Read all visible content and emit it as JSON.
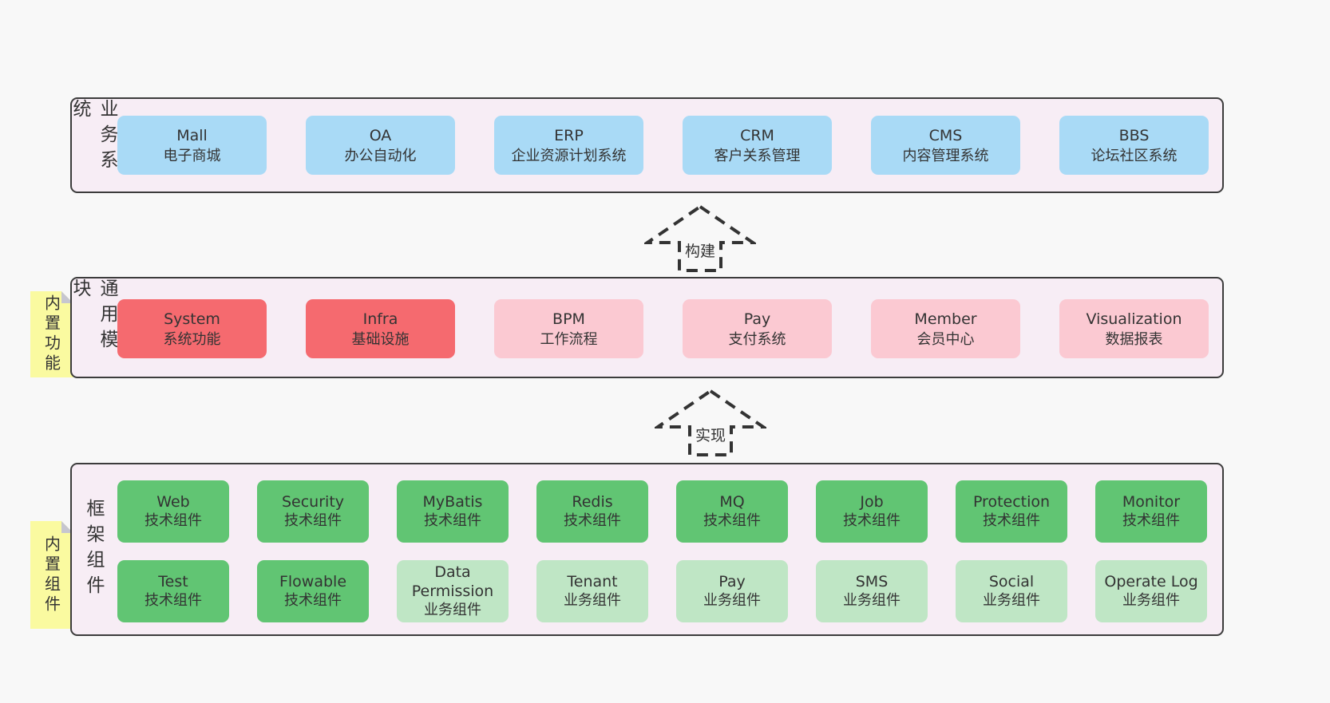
{
  "colors": {
    "page_bg": "#f8f8f8",
    "panel_bg": "#f7edf5",
    "panel_border": "#3c3c3c",
    "blue_box": "#a9daf6",
    "red_box": "#f56a6f",
    "pink_box": "#fbc9d2",
    "green_box": "#61c573",
    "light_green_box": "#bfe6c5",
    "sticky_yellow": "#fafaa0",
    "sticky_fold": "#c6c6d0",
    "text": "#333333"
  },
  "arrows": [
    {
      "label": "构建"
    },
    {
      "label": "实现"
    }
  ],
  "sections": {
    "business": {
      "label": "业务系统",
      "boxes": [
        {
          "title": "Mall",
          "subtitle": "电子商城"
        },
        {
          "title": "OA",
          "subtitle": "办公自动化"
        },
        {
          "title": "ERP",
          "subtitle": "企业资源计划系统"
        },
        {
          "title": "CRM",
          "subtitle": "客户关系管理"
        },
        {
          "title": "CMS",
          "subtitle": "内容管理系统"
        },
        {
          "title": "BBS",
          "subtitle": "论坛社区系统"
        }
      ]
    },
    "modules": {
      "label": "通用模块",
      "sticky": "内置功能",
      "boxes": [
        {
          "title": "System",
          "subtitle": "系统功能",
          "variant": "red"
        },
        {
          "title": "Infra",
          "subtitle": "基础设施",
          "variant": "red"
        },
        {
          "title": "BPM",
          "subtitle": "工作流程",
          "variant": "pink"
        },
        {
          "title": "Pay",
          "subtitle": "支付系统",
          "variant": "pink"
        },
        {
          "title": "Member",
          "subtitle": "会员中心",
          "variant": "pink"
        },
        {
          "title": "Visualization",
          "subtitle": "数据报表",
          "variant": "pink"
        }
      ]
    },
    "framework": {
      "label": "框架组件",
      "sticky": "内置组件",
      "row1": [
        {
          "title": "Web",
          "subtitle": "技术组件",
          "variant": "green"
        },
        {
          "title": "Security",
          "subtitle": "技术组件",
          "variant": "green"
        },
        {
          "title": "MyBatis",
          "subtitle": "技术组件",
          "variant": "green"
        },
        {
          "title": "Redis",
          "subtitle": "技术组件",
          "variant": "green"
        },
        {
          "title": "MQ",
          "subtitle": "技术组件",
          "variant": "green"
        },
        {
          "title": "Job",
          "subtitle": "技术组件",
          "variant": "green"
        },
        {
          "title": "Protection",
          "subtitle": "技术组件",
          "variant": "green"
        },
        {
          "title": "Monitor",
          "subtitle": "技术组件",
          "variant": "green"
        }
      ],
      "row2": [
        {
          "title": "Test",
          "subtitle": "技术组件",
          "variant": "green"
        },
        {
          "title": "Flowable",
          "subtitle": "技术组件",
          "variant": "green"
        },
        {
          "title": "Data Permission",
          "subtitle": "业务组件",
          "variant": "light_green"
        },
        {
          "title": "Tenant",
          "subtitle": "业务组件",
          "variant": "light_green"
        },
        {
          "title": "Pay",
          "subtitle": "业务组件",
          "variant": "light_green"
        },
        {
          "title": "SMS",
          "subtitle": "业务组件",
          "variant": "light_green"
        },
        {
          "title": "Social",
          "subtitle": "业务组件",
          "variant": "light_green"
        },
        {
          "title": "Operate Log",
          "subtitle": "业务组件",
          "variant": "light_green"
        }
      ]
    }
  }
}
